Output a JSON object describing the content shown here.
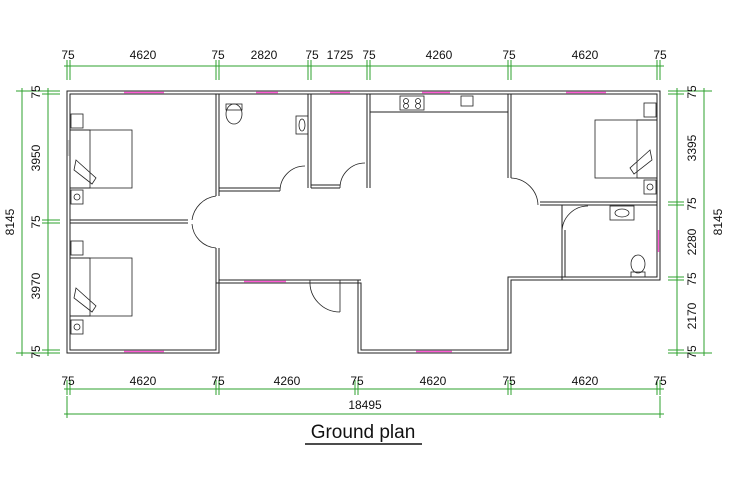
{
  "title": "Ground plan",
  "dimensions": {
    "top": [
      "75",
      "4620",
      "75",
      "2820",
      "75",
      "1725",
      "75",
      "4260",
      "75",
      "4620",
      "75"
    ],
    "bottom": [
      "75",
      "4620",
      "75",
      "4260",
      "75",
      "4620",
      "75",
      "4620",
      "75"
    ],
    "total_width": "18495",
    "left": [
      "75",
      "3950",
      "75",
      "3970",
      "75"
    ],
    "left_total": "8145",
    "right": [
      "75",
      "3395",
      "75",
      "2280",
      "75",
      "2170",
      "75"
    ],
    "right_total": "8145"
  },
  "colors": {
    "dimension_line": "#2ea02e",
    "window": "#ff5cd6",
    "wall": "#222222"
  }
}
